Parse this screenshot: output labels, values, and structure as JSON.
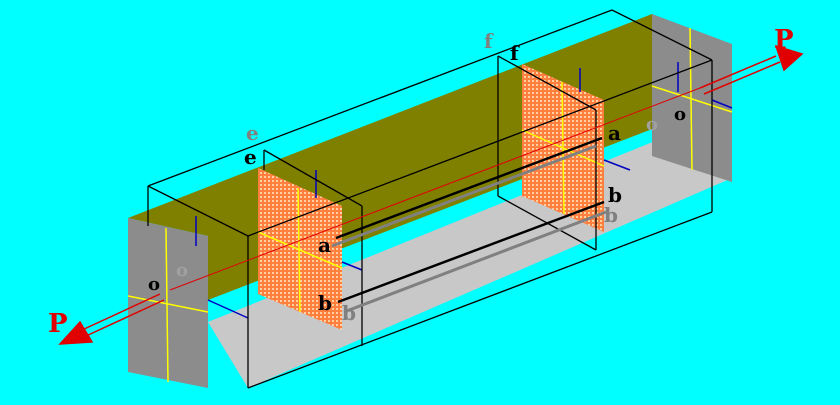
{
  "diagram": {
    "labels": {
      "P_left": "P",
      "P_right": "P",
      "e_gray": "e",
      "e_black": "e",
      "f_gray": "f",
      "f_black": "f",
      "a_mid": "a",
      "a_right": "a",
      "b_mid_black": "b",
      "b_mid_gray": "b",
      "b_right_black": "b",
      "b_right_gray": "b",
      "o_left_black": "o",
      "o_left_gray": "o",
      "o_right_black": "o",
      "o_right_gray": "o"
    },
    "colors": {
      "background": "#00FFFF",
      "bar_top": "#808000",
      "bar_floor": "#C8C8C8",
      "end_face": "#8C8C8C",
      "section_plane": "#FF8040",
      "force_arrow": "#E00000",
      "centerline": "#FFFF00",
      "axis_blue": "#0000C0"
    }
  }
}
